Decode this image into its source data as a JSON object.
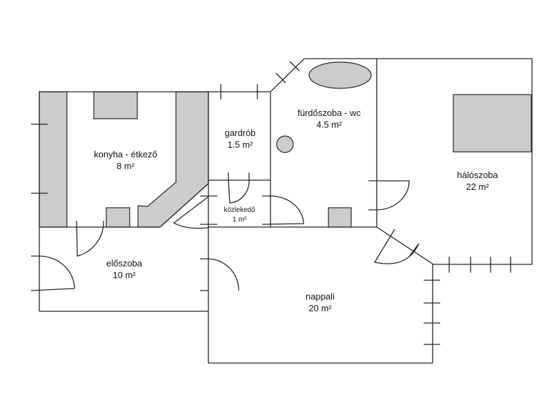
{
  "rooms": {
    "konyha": {
      "name": "konyha - étkező",
      "area": "8 m²"
    },
    "gardrob": {
      "name": "gardrób",
      "area": "1.5 m²"
    },
    "kozlekedo": {
      "name": "közlekedő",
      "area": "1 m²"
    },
    "furdo": {
      "name": "fürdőszoba - wc",
      "area": "4.5 m²"
    },
    "halo": {
      "name": "hálószoba",
      "area": "22 m²"
    },
    "eloszoba": {
      "name": "előszoba",
      "area": "10 m²"
    },
    "nappali": {
      "name": "nappali",
      "area": "20 m²"
    }
  },
  "colors": {
    "furniture": "#cccccc",
    "wall": "#222222"
  }
}
